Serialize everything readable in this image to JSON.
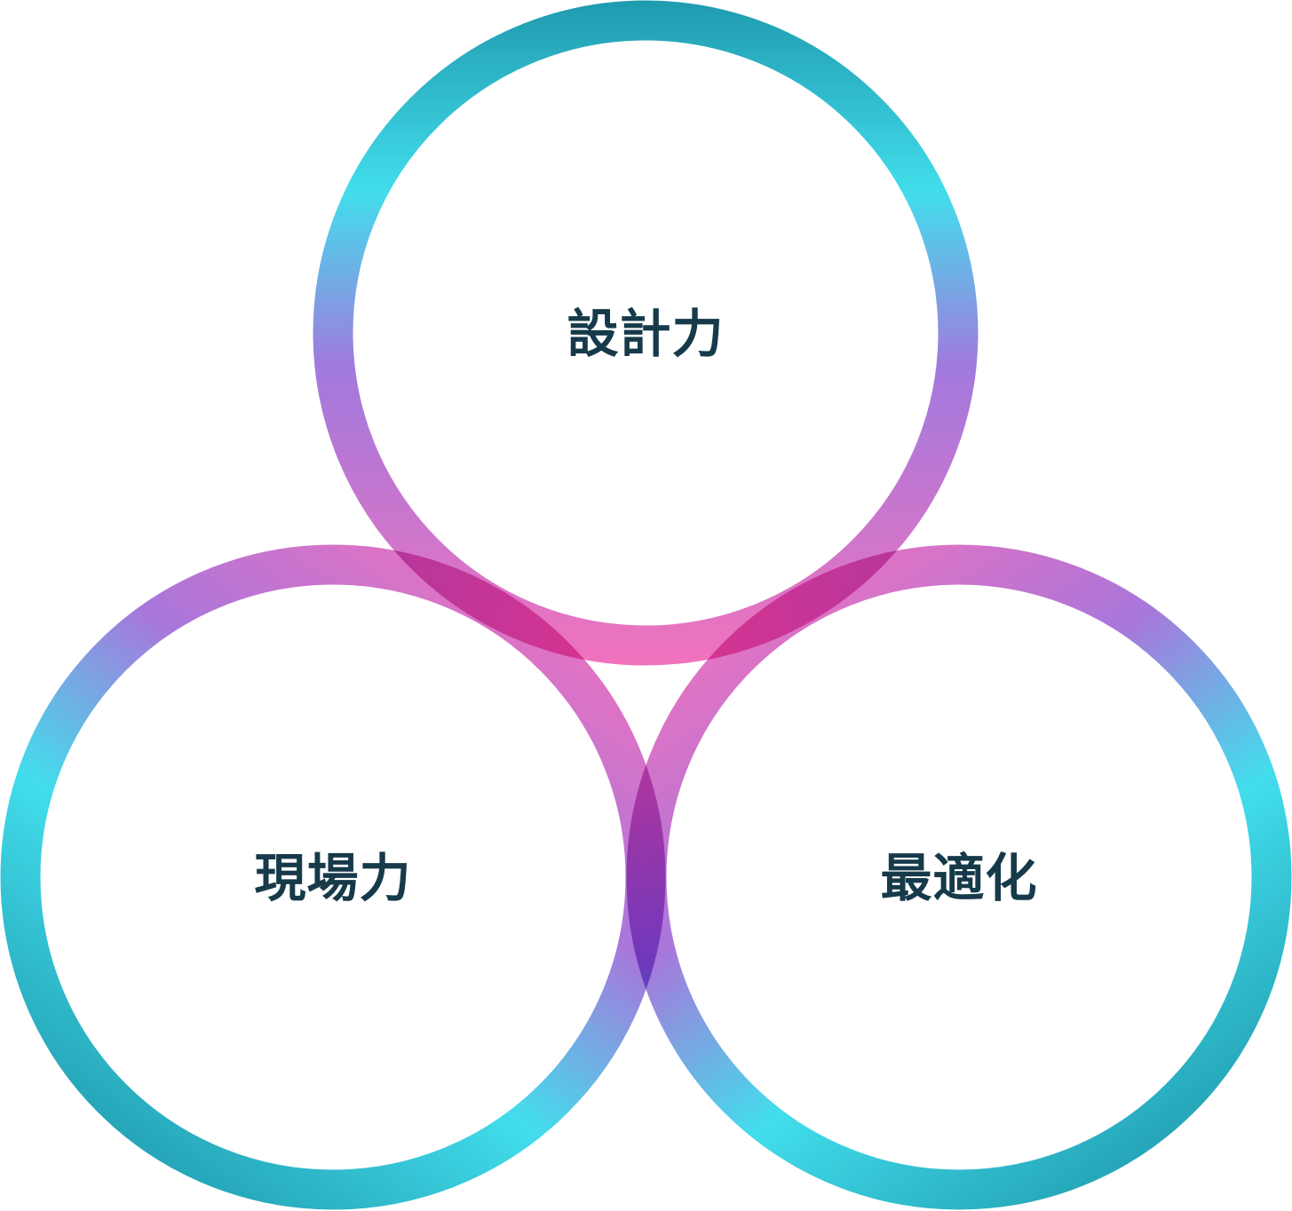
{
  "diagram": {
    "type": "venn-three-circles",
    "circles": [
      {
        "id": "top",
        "label": "設計力"
      },
      {
        "id": "bottom-left",
        "label": "現場力"
      },
      {
        "id": "bottom-right",
        "label": "最適化"
      }
    ],
    "colors": {
      "teal_dark": "#0e93a8",
      "cyan": "#33dbeb",
      "purple": "#a06ad8",
      "magenta": "#ea5eb4",
      "label": "#163a4a",
      "background": "#ffffff"
    }
  }
}
